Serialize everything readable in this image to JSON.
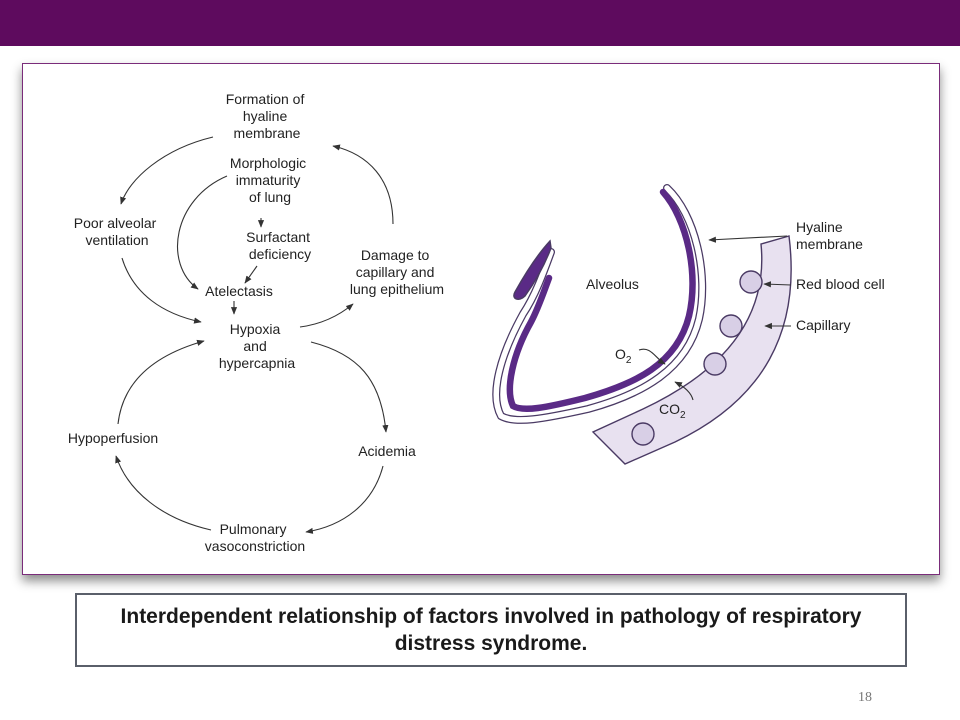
{
  "colors": {
    "top_bar": "#5e0b5e",
    "alveolus": "#5a2a86",
    "capillary": "#e8e1f0",
    "frame_border": "#7a2c7a"
  },
  "diagram": {
    "cycle": {
      "hyaline": [
        "Formation of",
        "hyaline",
        "membrane"
      ],
      "morphologic": [
        "Morphologic",
        "immaturity",
        "of lung"
      ],
      "poor_ventilation": [
        "Poor alveolar",
        "ventilation"
      ],
      "surfactant": [
        "Surfactant",
        "deficiency"
      ],
      "damage": [
        "Damage to",
        "capillary and",
        "lung epithelium"
      ],
      "atelectasis": "Atelectasis",
      "hypoxia": [
        "Hypoxia",
        "and",
        "hypercapnia"
      ],
      "hypoperfusion": "Hypoperfusion",
      "acidemia": "Acidemia",
      "pulmonary": [
        "Pulmonary",
        "vasoconstriction"
      ]
    },
    "alveolus": {
      "alveolus_label": "Alveolus",
      "o2": "O",
      "o2_sub": "2",
      "co2": "CO",
      "co2_sub": "2",
      "hyaline_membrane": [
        "Hyaline",
        "membrane"
      ],
      "red_blood_cell": "Red blood cell",
      "capillary": "Capillary"
    }
  },
  "caption": "Interdependent relationship of factors involved in pathology of respiratory distress syndrome.",
  "page_number": "18"
}
